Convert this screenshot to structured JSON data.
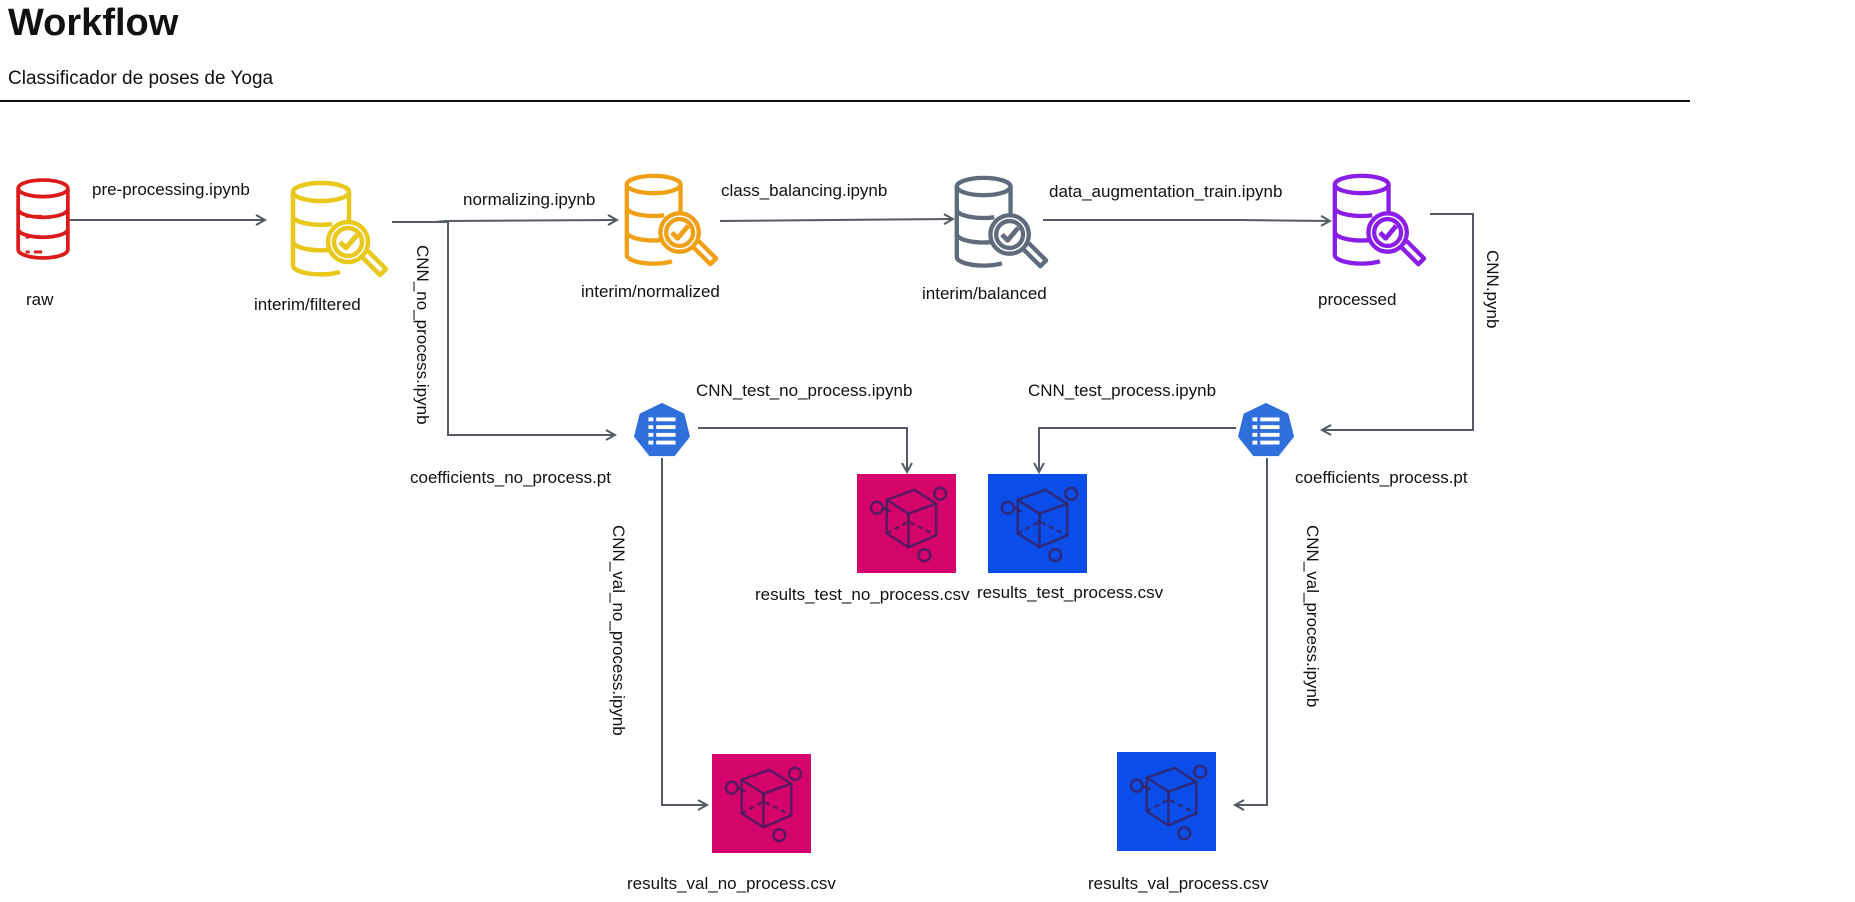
{
  "header": {
    "title": "Workflow",
    "subtitle": "Classificador de poses de Yoga"
  },
  "colors": {
    "raw": "#dd1a1a",
    "filtered": "#e8c81a",
    "normalized": "#f0a015",
    "balanced": "#5f6b7a",
    "processed": "#8a1ee8",
    "model": "#2f6fdc",
    "result_no_process": "#d4046a",
    "result_process": "#0a4de8",
    "connector": "#545b64"
  },
  "nodes": {
    "raw": {
      "label": "raw",
      "icon": "database-icon"
    },
    "interim_filtered": {
      "label": "interim/filtered",
      "icon": "database-search-icon"
    },
    "interim_normalized": {
      "label": "interim/normalized",
      "icon": "database-search-icon"
    },
    "interim_balanced": {
      "label": "interim/balanced",
      "icon": "database-search-icon"
    },
    "processed": {
      "label": "processed",
      "icon": "database-search-icon"
    },
    "coefficients_no_process": {
      "label": "coefficients_no_process.pt",
      "icon": "model-list-icon"
    },
    "coefficients_process": {
      "label": "coefficients_process.pt",
      "icon": "model-list-icon"
    },
    "results_test_no_process": {
      "label": "results_test_no_process.csv",
      "icon": "cube-result-icon"
    },
    "results_test_process": {
      "label": "results_test_process.csv",
      "icon": "cube-result-icon"
    },
    "results_val_no_process": {
      "label": "results_val_no_process.csv",
      "icon": "cube-result-icon"
    },
    "results_val_process": {
      "label": "results_val_process.csv",
      "icon": "cube-result-icon"
    }
  },
  "edges": {
    "pre_processing": "pre-processing.ipynb",
    "normalizing": "normalizing.ipynb",
    "class_balancing": "class_balancing.ipynb",
    "data_augmentation_train": "data_augmentation_train.ipynb",
    "cnn": "CNN.pynb",
    "cnn_no_process": "CNN_no_process.ipynb",
    "cnn_test_no_process": "CNN_test_no_process.ipynb",
    "cnn_test_process": "CNN_test_process.ipynb",
    "cnn_val_no_process": "CNN_val_no_process.ipynb",
    "cnn_val_process": "CNN_val_process.ipynb"
  }
}
